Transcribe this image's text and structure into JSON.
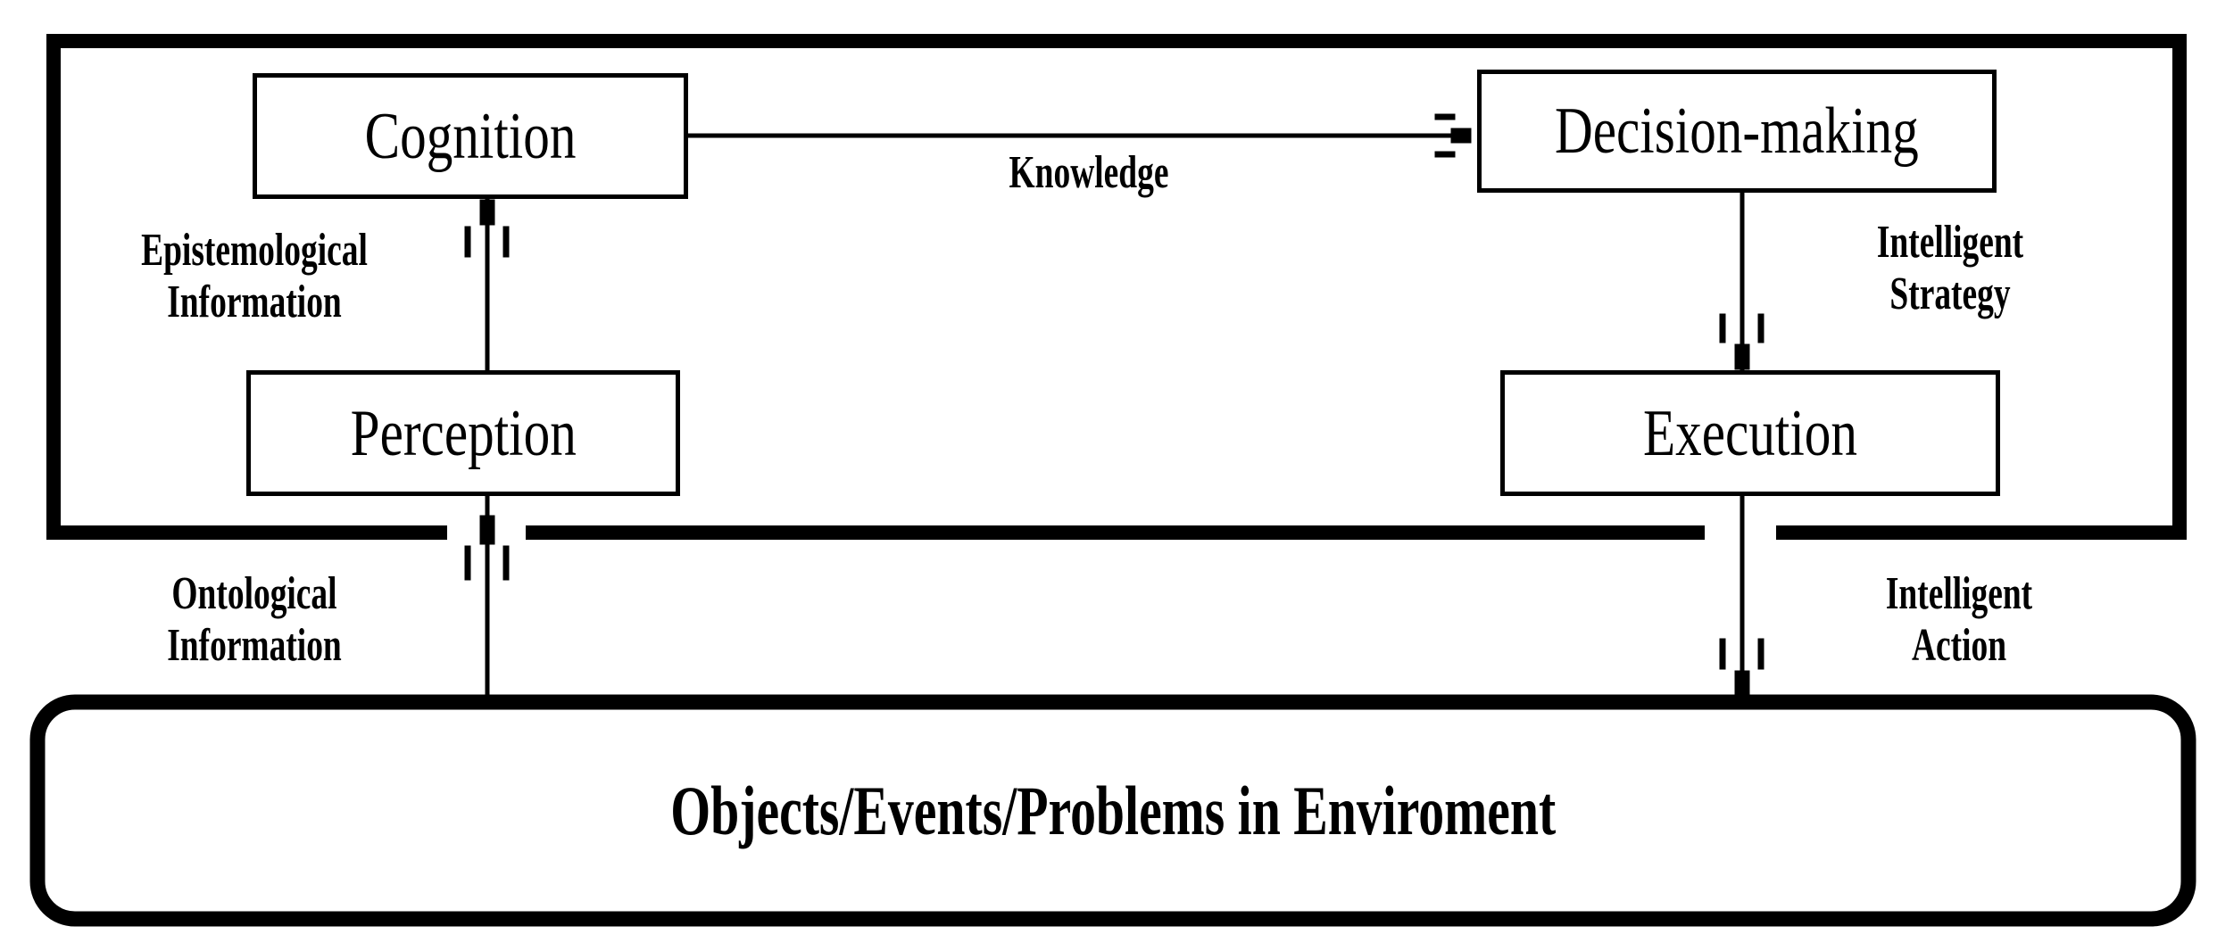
{
  "diagram": {
    "title": "Objects/Events/Problems in Enviroment",
    "type": "block-flow-diagram",
    "colors": {
      "stroke": "#000000",
      "fill": "#ffffff",
      "text": "#000000"
    },
    "agent_container": {
      "name": "intelligent-agent-boundary",
      "label": ""
    },
    "nodes": [
      {
        "id": "cognition",
        "label": "Cognition"
      },
      {
        "id": "decision-making",
        "label": "Decision-making"
      },
      {
        "id": "perception",
        "label": "Perception"
      },
      {
        "id": "execution",
        "label": "Execution"
      },
      {
        "id": "environment",
        "label": "Objects/Events/Problems in Enviroment"
      }
    ],
    "edges": [
      {
        "id": "knowledge",
        "from": "cognition",
        "to": "decision-making",
        "label": "Knowledge",
        "label_line_1": "Knowledge",
        "label_line_2": ""
      },
      {
        "id": "epistemological-information",
        "from": "perception",
        "to": "cognition",
        "label": "Epistemological Information",
        "label_line_1": "Epistemological",
        "label_line_2": "Information"
      },
      {
        "id": "intelligent-strategy",
        "from": "decision-making",
        "to": "execution",
        "label": "Intelligent Strategy",
        "label_line_1": "Intelligent",
        "label_line_2": "Strategy"
      },
      {
        "id": "ontological-information",
        "from": "environment",
        "to": "perception",
        "label": "Ontological Information",
        "label_line_1": "Ontological",
        "label_line_2": "Information"
      },
      {
        "id": "intelligent-action",
        "from": "execution",
        "to": "environment",
        "label": "Intelligent Action",
        "label_line_1": "Intelligent",
        "label_line_2": "Action"
      }
    ]
  }
}
